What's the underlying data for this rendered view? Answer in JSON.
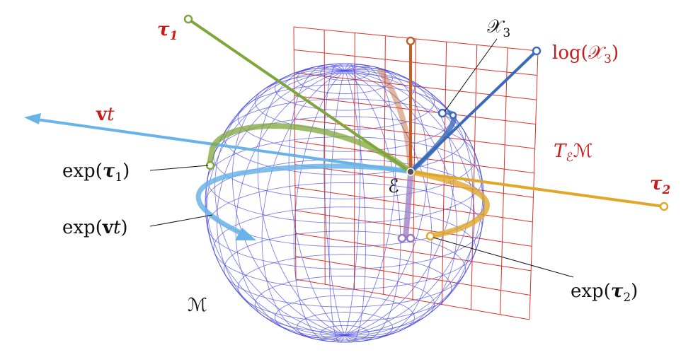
{
  "labels": {
    "tau1": "τ",
    "tau1_sub": "1",
    "tau2": "τ",
    "tau2_sub": "2",
    "vt_bold": "v",
    "vt_it": "t",
    "X3": "𝒳",
    "X3_sub": "3",
    "log_prefix": "log(",
    "log_var": "𝒳",
    "log_sub": "3",
    "log_suffix": ")",
    "tangent_T": "T",
    "tangent_sub": "ℰ",
    "tangent_M": "ℳ",
    "exp_tau1_prefix": "exp(",
    "exp_tau1_var": "τ",
    "exp_tau1_sub": "1",
    "exp_tau1_suffix": ")",
    "exp_vt_prefix": "exp(",
    "exp_vt_bold": "v",
    "exp_vt_it": "t",
    "exp_vt_suffix": ")",
    "exp_tau2_prefix": "exp(",
    "exp_tau2_var": "τ",
    "exp_tau2_sub": "2",
    "exp_tau2_suffix": ")",
    "E": "ℰ",
    "M": "ℳ"
  },
  "colors": {
    "sphere_mesh": "#4a4ae0",
    "tangent_grid": "#e0302a",
    "tau1": "#7fa63a",
    "tau2": "#e0a82a",
    "vt": "#6ab3e8",
    "log_x3": "#3a6ab8",
    "orange_vec": "#c0602a",
    "purple_curve": "#9a78c0",
    "label_red": "#cc1a1a",
    "label_black": "#111111"
  }
}
